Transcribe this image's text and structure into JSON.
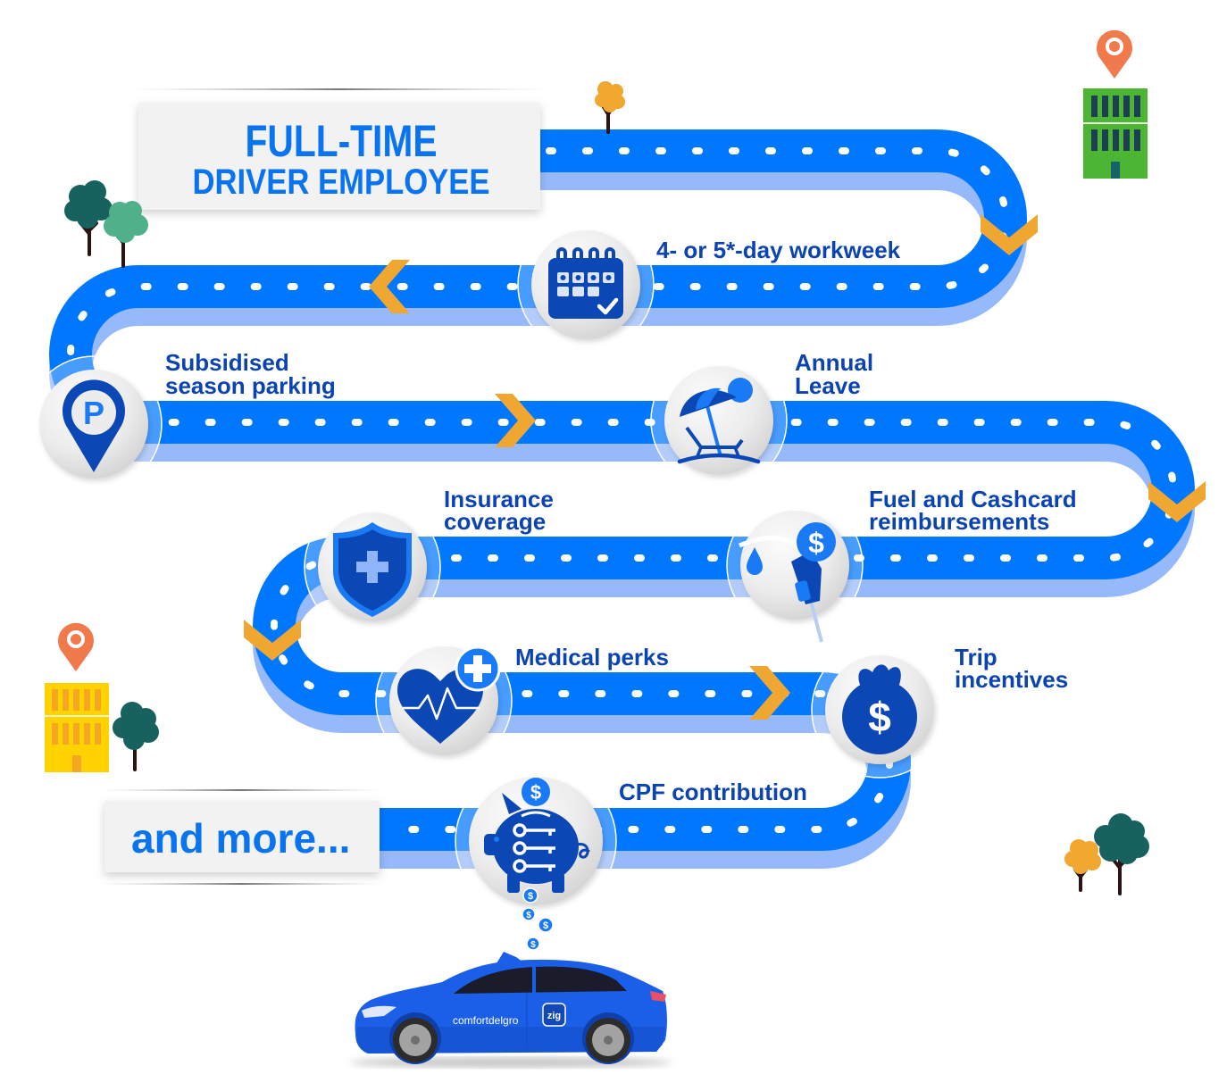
{
  "header": {
    "title_line1": "FULL-TIME",
    "title_line2": "DRIVER EMPLOYEE"
  },
  "benefits": [
    {
      "id": "workweek",
      "icon": "calendar-icon",
      "lines": [
        "4- or 5*-day workweek"
      ]
    },
    {
      "id": "parking",
      "icon": "parking-pin-icon",
      "lines": [
        "Subsidised",
        "season parking"
      ]
    },
    {
      "id": "annual-leave",
      "icon": "beach-umbrella-icon",
      "lines": [
        "Annual",
        "Leave"
      ]
    },
    {
      "id": "insurance",
      "icon": "shield-cross-icon",
      "lines": [
        "Insurance",
        "coverage"
      ]
    },
    {
      "id": "fuel",
      "icon": "fuel-nozzle-icon",
      "lines": [
        "Fuel and Cashcard",
        "reimbursements"
      ]
    },
    {
      "id": "medical",
      "icon": "heart-pulse-icon",
      "lines": [
        "Medical perks"
      ]
    },
    {
      "id": "trip",
      "icon": "money-bag-icon",
      "lines": [
        "Trip",
        "incentives"
      ]
    },
    {
      "id": "cpf",
      "icon": "piggy-bank-icon",
      "lines": [
        "CPF contribution"
      ]
    }
  ],
  "footer": {
    "label": "and more..."
  },
  "icon_glyphs": {
    "parking": "P",
    "dollar": "$"
  },
  "route_arrows": [
    "down",
    "left",
    "right",
    "down",
    "down",
    "right"
  ],
  "car": {
    "brand": "comfortdelgro",
    "badge": "zig"
  },
  "colors": {
    "road": "#0077FF",
    "road-shadow": "#96B9FB",
    "chevron": "#F0A732",
    "label": "#0B44B0",
    "title": "#0A74F0",
    "icon-dark": "#0B47B5",
    "icon-accent": "#1A7AF5"
  }
}
